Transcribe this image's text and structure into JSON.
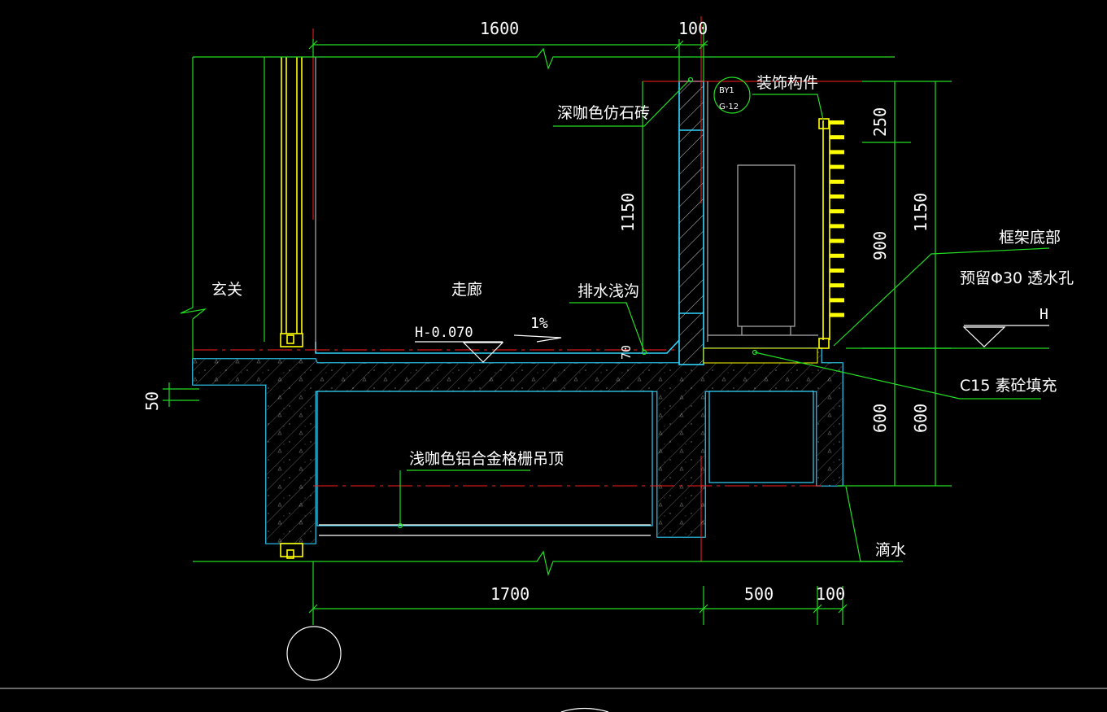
{
  "drawing": {
    "labels": {
      "entrance": "玄关",
      "corridor": "走廊",
      "drain_channel": "排水浅沟",
      "floor_elevation": "H-0.070",
      "slope": "1%",
      "stone_tile": "深咖色仿石砖",
      "decor_member": "装饰构件",
      "detail_tag_top": "BY1",
      "detail_tag_bottom": "G-12",
      "frame_bottom": "框架底部",
      "weep_hole": "预留Φ30 透水孔",
      "level_mark": "H",
      "concrete_fill": "C15 素砼填充",
      "ceiling": "浅咖色铝合金格栅吊顶",
      "drip": "滴水",
      "drain_width": "70"
    },
    "dimensions": {
      "top_1600": "1600",
      "top_100": "100",
      "bottom_1700": "1700",
      "bottom_500": "500",
      "bottom_100": "100",
      "left_50": "50",
      "v_1150_inner": "1150",
      "v_250": "250",
      "v_900": "900",
      "v_1150_outer": "1150",
      "v_600_inner": "600",
      "v_600_outer": "600"
    },
    "colors": {
      "background": "#000000",
      "dimension_lines": "#22dd22",
      "centerlines": "#ff2020",
      "section_outline": "#33d6ff",
      "text": "#ffffff",
      "fixtures": "#ffff00"
    }
  }
}
